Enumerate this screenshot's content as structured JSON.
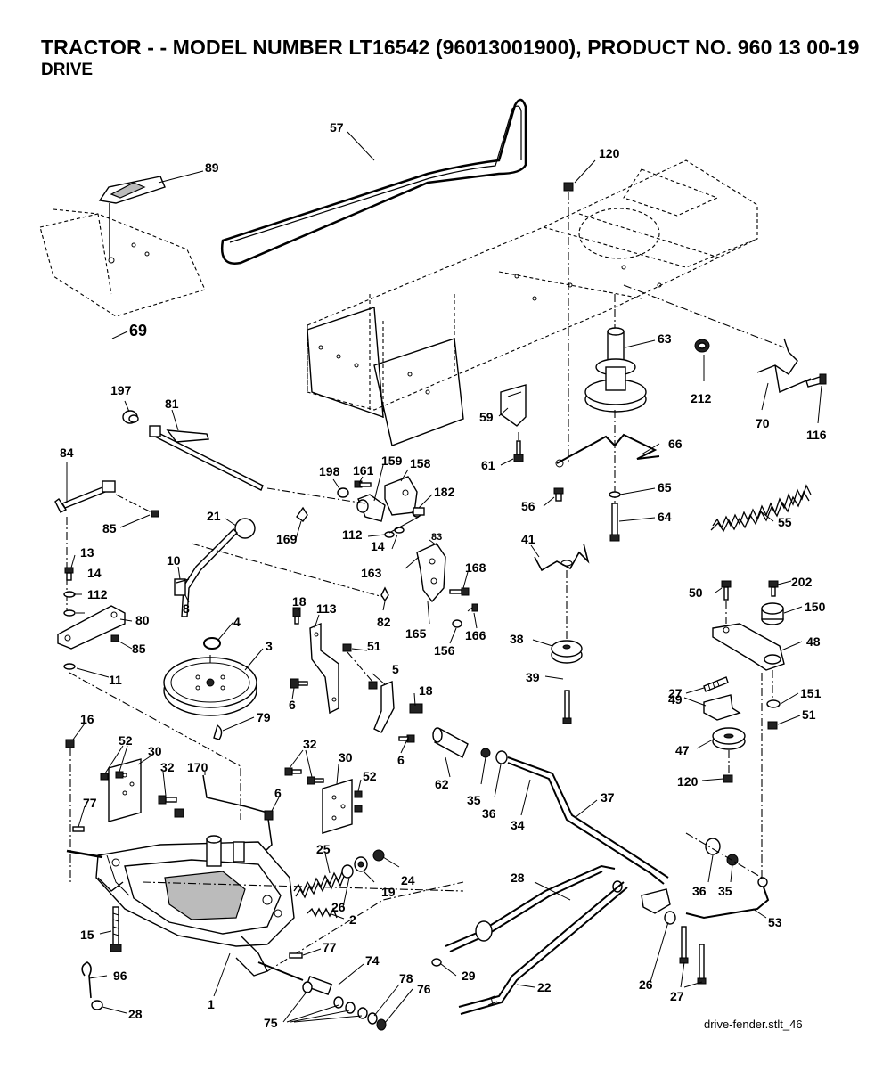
{
  "header": {
    "title": "TRACTOR - - MODEL NUMBER LT16542 (96013001900), PRODUCT NO. 960 13 00-19",
    "subtitle": "DRIVE"
  },
  "footer": {
    "file_label": "drive-fender.stlt_46"
  },
  "callouts": [
    {
      "id": "57",
      "label": "57"
    },
    {
      "id": "120a",
      "label": "120"
    },
    {
      "id": "89",
      "label": "89"
    },
    {
      "id": "69",
      "label": "69"
    },
    {
      "id": "63",
      "label": "63"
    },
    {
      "id": "212",
      "label": "212"
    },
    {
      "id": "70",
      "label": "70"
    },
    {
      "id": "116",
      "label": "116"
    },
    {
      "id": "197",
      "label": "197"
    },
    {
      "id": "81",
      "label": "81"
    },
    {
      "id": "59",
      "label": "59"
    },
    {
      "id": "66",
      "label": "66"
    },
    {
      "id": "61",
      "label": "61"
    },
    {
      "id": "84",
      "label": "84"
    },
    {
      "id": "198",
      "label": "198"
    },
    {
      "id": "161",
      "label": "161"
    },
    {
      "id": "159",
      "label": "159"
    },
    {
      "id": "158",
      "label": "158"
    },
    {
      "id": "182",
      "label": "182"
    },
    {
      "id": "65",
      "label": "65"
    },
    {
      "id": "56",
      "label": "56"
    },
    {
      "id": "64",
      "label": "64"
    },
    {
      "id": "55",
      "label": "55"
    },
    {
      "id": "85a",
      "label": "85"
    },
    {
      "id": "21",
      "label": "21"
    },
    {
      "id": "169",
      "label": "169"
    },
    {
      "id": "112a",
      "label": "112"
    },
    {
      "id": "14a",
      "label": "14"
    },
    {
      "id": "83",
      "label": "83"
    },
    {
      "id": "41",
      "label": "41"
    },
    {
      "id": "163",
      "label": "163"
    },
    {
      "id": "168",
      "label": "168"
    },
    {
      "id": "13",
      "label": "13"
    },
    {
      "id": "10",
      "label": "10"
    },
    {
      "id": "14b",
      "label": "14"
    },
    {
      "id": "112b",
      "label": "112"
    },
    {
      "id": "8",
      "label": "8"
    },
    {
      "id": "82",
      "label": "82"
    },
    {
      "id": "50",
      "label": "50"
    },
    {
      "id": "202",
      "label": "202"
    },
    {
      "id": "150",
      "label": "150"
    },
    {
      "id": "80",
      "label": "80"
    },
    {
      "id": "18a",
      "label": "18"
    },
    {
      "id": "113",
      "label": "113"
    },
    {
      "id": "4",
      "label": "4"
    },
    {
      "id": "165",
      "label": "165"
    },
    {
      "id": "166",
      "label": "166"
    },
    {
      "id": "48",
      "label": "48"
    },
    {
      "id": "85b",
      "label": "85"
    },
    {
      "id": "51a",
      "label": "51"
    },
    {
      "id": "38",
      "label": "38"
    },
    {
      "id": "156",
      "label": "156"
    },
    {
      "id": "3",
      "label": "3"
    },
    {
      "id": "5",
      "label": "5"
    },
    {
      "id": "11",
      "label": "11"
    },
    {
      "id": "27a",
      "label": "27"
    },
    {
      "id": "151",
      "label": "151"
    },
    {
      "id": "18b",
      "label": "18"
    },
    {
      "id": "6a",
      "label": "6"
    },
    {
      "id": "39",
      "label": "39"
    },
    {
      "id": "49",
      "label": "49"
    },
    {
      "id": "51b",
      "label": "51"
    },
    {
      "id": "16",
      "label": "16"
    },
    {
      "id": "79",
      "label": "79"
    },
    {
      "id": "47",
      "label": "47"
    },
    {
      "id": "52a",
      "label": "52"
    },
    {
      "id": "30a",
      "label": "30"
    },
    {
      "id": "6b",
      "label": "6"
    },
    {
      "id": "32a",
      "label": "32"
    },
    {
      "id": "170",
      "label": "170"
    },
    {
      "id": "30b",
      "label": "30"
    },
    {
      "id": "62",
      "label": "62"
    },
    {
      "id": "120b",
      "label": "120"
    },
    {
      "id": "52b",
      "label": "52"
    },
    {
      "id": "35a",
      "label": "35"
    },
    {
      "id": "36a",
      "label": "36"
    },
    {
      "id": "34",
      "label": "34"
    },
    {
      "id": "37",
      "label": "37"
    },
    {
      "id": "6c",
      "label": "6"
    },
    {
      "id": "77a",
      "label": "77"
    },
    {
      "id": "25",
      "label": "25"
    },
    {
      "id": "24",
      "label": "24"
    },
    {
      "id": "19",
      "label": "19"
    },
    {
      "id": "28a",
      "label": "28"
    },
    {
      "id": "36b",
      "label": "36"
    },
    {
      "id": "35b",
      "label": "35"
    },
    {
      "id": "26a",
      "label": "26"
    },
    {
      "id": "2",
      "label": "2"
    },
    {
      "id": "53",
      "label": "53"
    },
    {
      "id": "15",
      "label": "15"
    },
    {
      "id": "77b",
      "label": "77"
    },
    {
      "id": "74",
      "label": "74"
    },
    {
      "id": "29",
      "label": "29"
    },
    {
      "id": "96",
      "label": "96"
    },
    {
      "id": "1",
      "label": "1"
    },
    {
      "id": "78",
      "label": "78"
    },
    {
      "id": "76",
      "label": "76"
    },
    {
      "id": "22",
      "label": "22"
    },
    {
      "id": "26b",
      "label": "26"
    },
    {
      "id": "27b",
      "label": "27"
    },
    {
      "id": "28b",
      "label": "28"
    },
    {
      "id": "75",
      "label": "75"
    },
    {
      "id": "32b",
      "label": "32"
    }
  ]
}
